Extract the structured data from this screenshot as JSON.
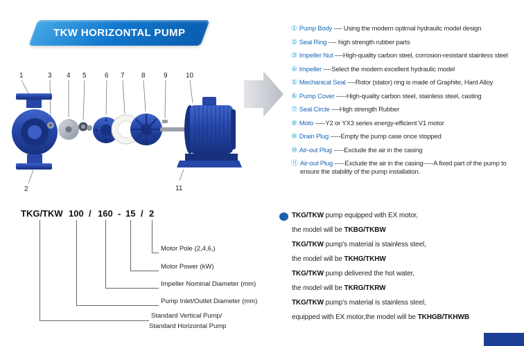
{
  "banner": {
    "title": "TKW HORIZONTAL PUMP"
  },
  "diagram": {
    "labels": [
      "1",
      "3",
      "4",
      "5",
      "6",
      "7",
      "8",
      "9",
      "10",
      "2",
      "11"
    ]
  },
  "parts_list": [
    {
      "num": "①",
      "name": "Pump Body",
      "desc": " ---- Using the modern optimal hydraulic model design"
    },
    {
      "num": "②",
      "name": "Seal Ring",
      "desc": " ---- high strength rubber parts"
    },
    {
      "num": "③",
      "name": "Impeller Nut",
      "desc": " ----High-quality carbon steel, corrosion-resistant stainless steel"
    },
    {
      "num": "④",
      "name": "Impeller",
      "desc": " ----Select the modern excellent hydraulic model"
    },
    {
      "num": "⑤",
      "name": "Mechanical Seal",
      "desc": " ----Rotor (stator) ring is made of Graphite, Hard Alloy"
    },
    {
      "num": "⑥",
      "name": "Pump Cover",
      "desc": " -----High-quality carbon steel, stainless steel, casting"
    },
    {
      "num": "⑦",
      "name": "Seal Circle",
      "desc": " ----High strength Rubber"
    },
    {
      "num": "⑧",
      "name": "Moto",
      "desc": " -----Y2 or YX3 series energy-efficient V1 motor"
    },
    {
      "num": "⑨",
      "name": "Drain Plug",
      "desc": " -----Empty the pump case once stopped"
    },
    {
      "num": "⑩",
      "name": "Air-out Plug",
      "desc": " -----Exclude the air in the casing"
    },
    {
      "num": "⑪",
      "name": "Air-out Plug",
      "desc": " -----Exclude the air in the casing-----A fixed part of the pump to ensure the stability of the pump installation."
    }
  ],
  "model_code": {
    "series": "TKG/TKW",
    "inlet_outlet": "100",
    "sep1": "/",
    "impeller_diameter": "160",
    "sep2": "-",
    "motor_power": "15",
    "sep3": "/",
    "motor_pole": "2",
    "labels": [
      "Motor Pole (2,4,6,)",
      "Motor Power  (kW)",
      "Impeller Nominal Diameter (mm)",
      "Pump Inlet/Outlet Diameter (mm)",
      "Standard Vertical Pump/",
      "Standard  Horizontal Pump"
    ]
  },
  "notes": [
    {
      "b1": "TKG/TKW",
      "t": " pump equipped with EX motor,",
      "b2": ""
    },
    {
      "b1": "",
      "t": "the model will be ",
      "b2": "TKBG/TKBW"
    },
    {
      "b1": "TKG/TKW",
      "t": " pump's material is stainless steel,",
      "b2": ""
    },
    {
      "b1": "",
      "t": "the model will be ",
      "b2": "TKHG/TKHW"
    },
    {
      "b1": "TKG/TKW",
      "t": " pump delivered the hot water,",
      "b2": ""
    },
    {
      "b1": "",
      "t": "the model will be ",
      "b2": "TKRG/TKRW"
    },
    {
      "b1": "TKG/TKW",
      "t": " pump's material is stainless steel,",
      "b2": ""
    },
    {
      "b1": "",
      "t": "equipped with EX motor,the model will be ",
      "b2": "TKHGB/TKHWB"
    }
  ],
  "colors": {
    "banner_blue": "#1179cf",
    "number_blue": "#2da7d9",
    "name_blue": "#1a68b5",
    "pump_blue": "#2647a8",
    "arrow_gray": "#c9ccd1",
    "bullet_blue": "#1d5fae",
    "corner_blue": "#1b3f94"
  }
}
